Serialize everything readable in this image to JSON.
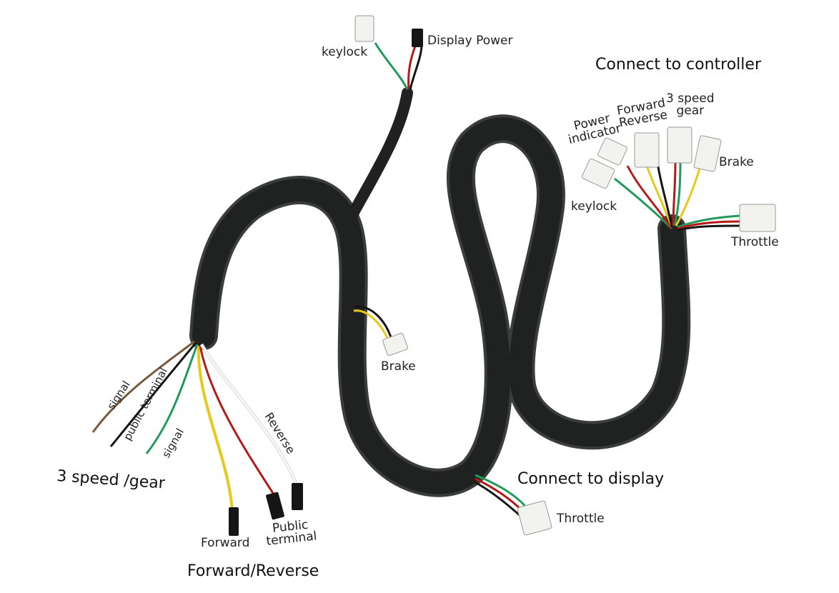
{
  "labels": {
    "display_power": "Display Power",
    "keylock_top": "keylock",
    "connect_controller": "Connect to controller",
    "power_indicator_1": "Power",
    "power_indicator_2": "indicator",
    "forward_reverse_1": "Forward",
    "forward_reverse_2": "Reverse",
    "three_speed_1": "3 speed",
    "three_speed_2": "gear",
    "brake_right": "Brake",
    "keylock_right": "keylock",
    "throttle_right": "Throttle",
    "brake_mid": "Brake",
    "connect_display": "Connect to display",
    "throttle_bottom": "Throttle",
    "signal_1": "signal",
    "public_terminal_left": "public terminal",
    "signal_2": "signal",
    "three_speed_gear": "3 speed /gear",
    "reverse": "Reverse",
    "forward": "Forward",
    "public_terminal_bottom_1": "Public",
    "public_terminal_bottom_2": "terminal",
    "forward_reverse_bottom": "Forward/Reverse"
  },
  "colors": {
    "sheath": "#1f2220",
    "sheath_edge": "#3a3e3b",
    "wire_green": "#1f9a5a",
    "wire_red": "#b51a1a",
    "wire_black": "#151515",
    "wire_yellow": "#e8c81a",
    "wire_white": "#eeeeee",
    "wire_brown": "#7a5a3c",
    "connector": "#f2f2ee"
  }
}
